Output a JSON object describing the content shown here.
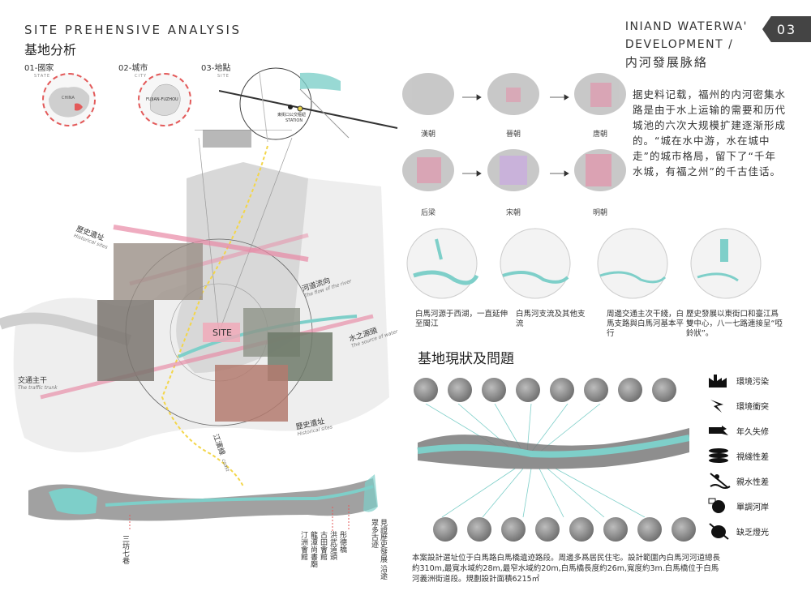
{
  "header": {
    "title_en": "SITE PREHENSIVE ANALYSIS",
    "title_zh": "基地分析",
    "right_en_line1": "INIAND WATERWA'",
    "right_en_line2": "DEVELOPMENT /",
    "right_zh": "内河發展脉絡",
    "page_number": "03"
  },
  "scales": [
    {
      "label": "01-國家",
      "sub": "STATE",
      "inner": "CHINA"
    },
    {
      "label": "02-城市",
      "sub": "CITY",
      "inner": "FUJIAN-FUZHOU"
    },
    {
      "label": "03-地點",
      "sub": "SITE",
      "inner": "",
      "station": "東街口公交樞紐",
      "station_en": "STATION"
    }
  ],
  "site_map": {
    "site_label": "SITE",
    "labels": [
      {
        "zh": "歷史遺址",
        "en": "Historical sites"
      },
      {
        "zh": "河道流向",
        "en": "The flow of the river"
      },
      {
        "zh": "水之源頭",
        "en": "The source of water"
      },
      {
        "zh": "交通主干",
        "en": "The traffic trunk"
      },
      {
        "zh": "歷史遺址",
        "en": "Historical sites"
      },
      {
        "zh": "江濱線",
        "en": "coast"
      }
    ]
  },
  "strip_labels": {
    "left_vertical": "三坊七巷",
    "group": [
      "汀洲會館",
      "龍潭尚書廟",
      "古田會館",
      "洪武道頭",
      "彤德橋"
    ],
    "right_vertical": "見證歷史發展 沿途眾多古迹"
  },
  "dynasties": {
    "row1": [
      "漢朝",
      "晉朝",
      "唐朝"
    ],
    "row2": [
      "后梁",
      "宋朝",
      "明朝"
    ]
  },
  "history_text": "据史料记载，福州的内河密集水路是由于水上运输的需要和历代城池的六次大规模扩建逐渐形成的。“城在水中游，水在城中走”的城市格局，留下了“千年水城，有福之州”的千古佳话。",
  "circle_captions": [
    "白馬河源于西湖，一直延伸至閩江",
    "白馬河支流及其他支流",
    "周邊交通主次干綫，白馬支路與白馬河基本平行",
    "歷史發展以東街口和臺江爲雙中心，八一七路連接呈“啞鈴狀”。"
  ],
  "status_title": "基地現狀及問題",
  "problems": [
    "環境污染",
    "環境衝突",
    "年久失修",
    "視綫性差",
    "親水性差",
    "單調河岸",
    "缺乏燈光"
  ],
  "description": "本案設計選址位于白馬路白馬橋遺迹路段。周邊多爲居民住宅。設計範圍內白馬河河道總長約310m,最寬水域約28m,最窄水域約20m,白馬橋長度約26m,寬度約3m.白馬橋位于白馬河義洲街道段。規劃設計面積6215㎡",
  "colors": {
    "accent_red": "#e35a5a",
    "water_teal": "#7ecfc9",
    "pink": "#e889a5",
    "dark": "#444444"
  },
  "icons": [
    "factory-icon",
    "conflict-icon",
    "broken-pipe-icon",
    "fish-skeleton-icon",
    "no-swim-icon",
    "monotone-bank-icon",
    "no-light-icon"
  ]
}
